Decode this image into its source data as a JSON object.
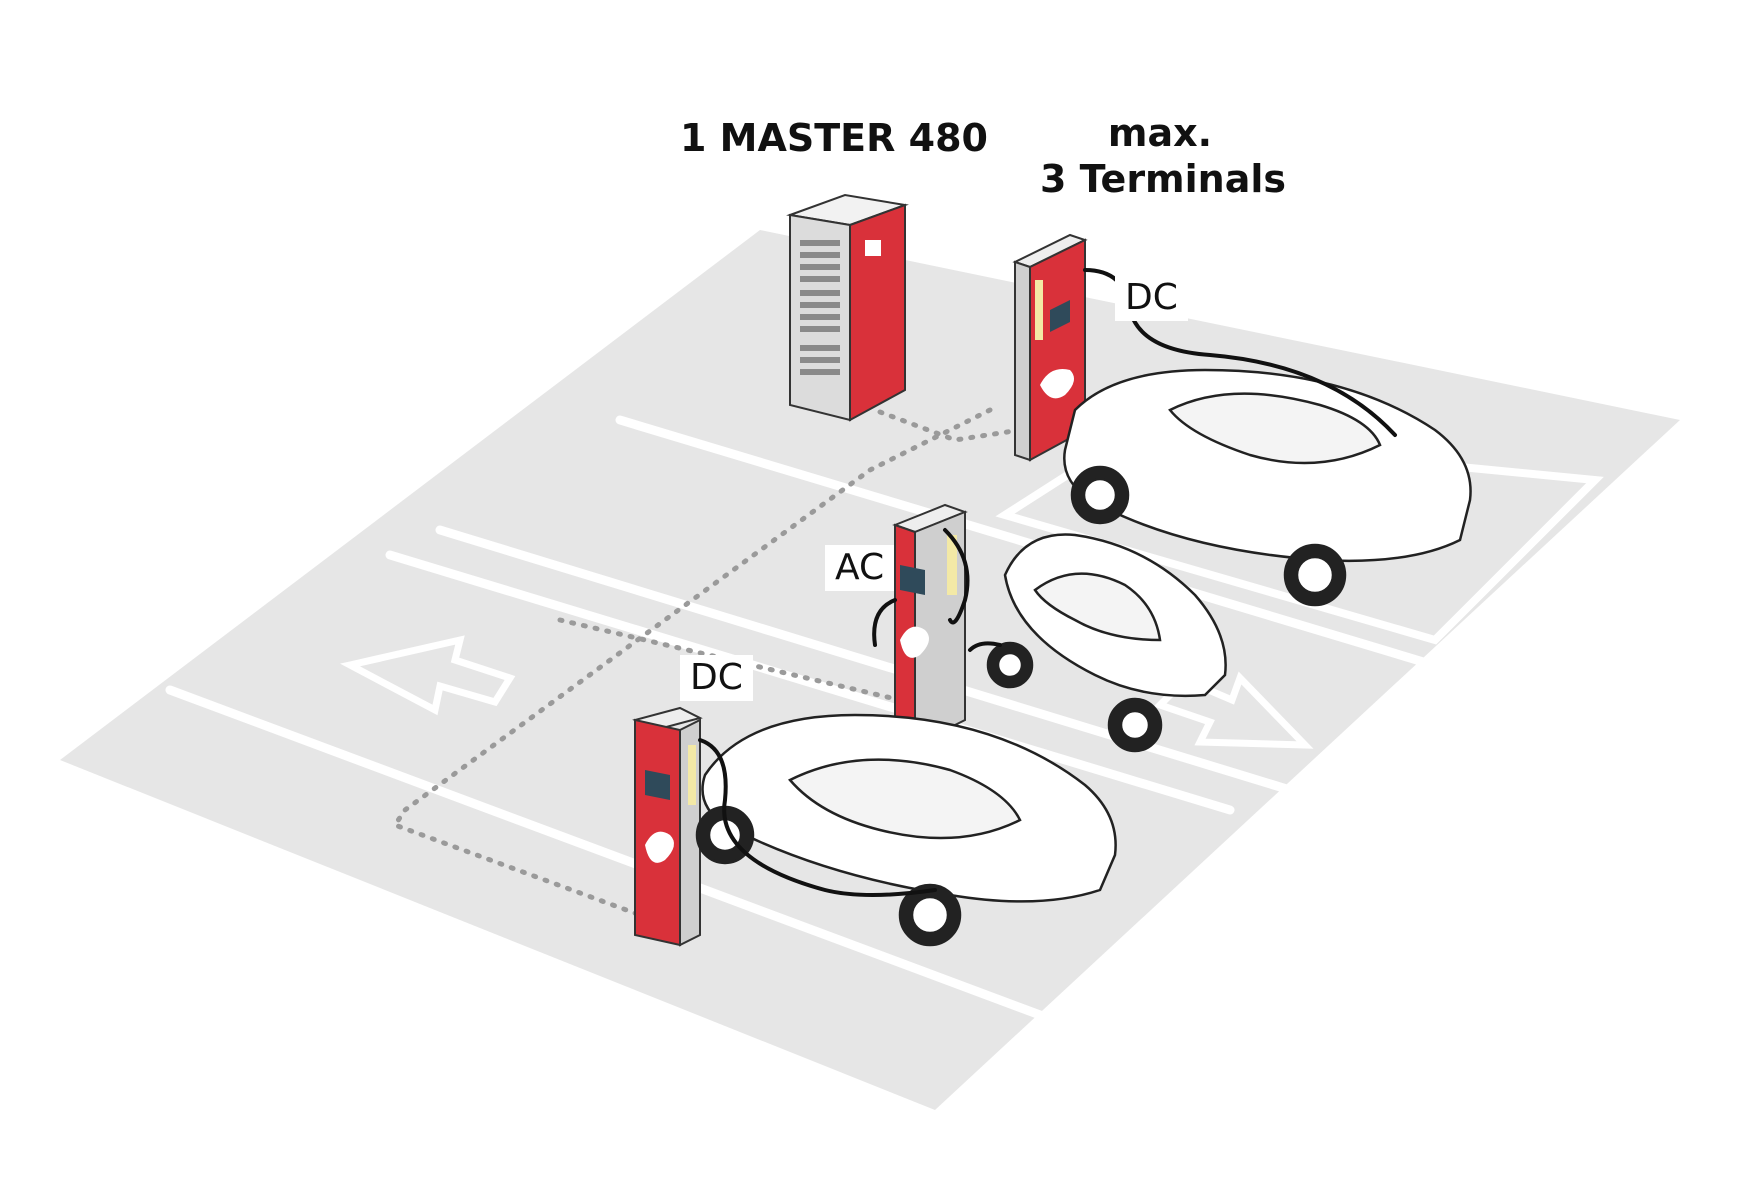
{
  "labels": {
    "master": "1 MASTER 480",
    "terminals_line1": "max.",
    "terminals_line2": "3 Terminals"
  },
  "connection_tags": {
    "top_terminal": "DC",
    "middle_terminal": "AC",
    "front_terminal": "DC"
  },
  "colors": {
    "charger_red": "#d9313a",
    "pavement": "#e6e6e6",
    "line_white": "#ffffff",
    "cable": "#111111",
    "dotted_link": "#9a9a9a"
  },
  "icons": {
    "master_unit": "master-cabinet-icon",
    "terminal": "charging-terminal-icon",
    "car": "electric-car-icon",
    "arrow": "lane-arrow-icon"
  }
}
